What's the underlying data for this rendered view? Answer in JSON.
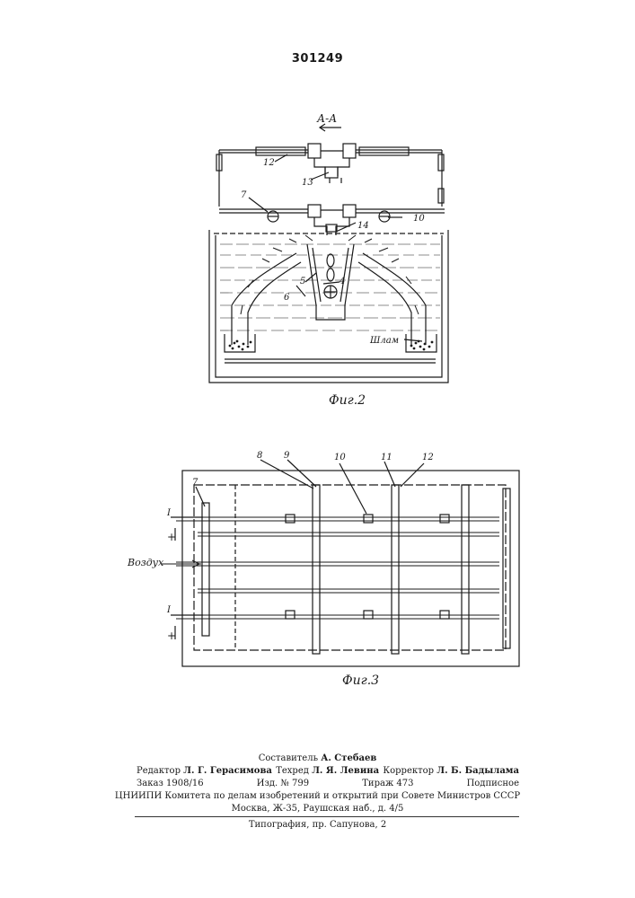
{
  "header": {
    "patent_number": "301249"
  },
  "figure2": {
    "section_label": "А-А",
    "callouts": [
      "12",
      "13",
      "7",
      "10",
      "14",
      "5",
      "4",
      "6",
      "Шлам"
    ],
    "caption": "Фиг.2"
  },
  "figure3": {
    "callouts": [
      "7",
      "8",
      "9",
      "10",
      "11",
      "12"
    ],
    "air_label": "Воздух",
    "pole_labels": [
      "I",
      "+",
      "I",
      "+"
    ],
    "caption": "Фиг.3"
  },
  "colophon": {
    "composer_label": "Составитель",
    "composer_name": "А. Стебаев",
    "editor_label": "Редактор",
    "editor_name": "Л. Г. Герасимова",
    "techred_label": "Техред",
    "techred_name": "Л. Я. Левина",
    "corrector_label": "Корректор",
    "corrector_name": "Л. Б. Бадылама",
    "order": "Заказ 1908/16",
    "edition": "Изд. № 799",
    "circulation": "Тираж 473",
    "subscription": "Подписное",
    "organization": "ЦНИИПИ Комитета по делам изобретений и открытий при Совете Министров СССР",
    "address": "Москва, Ж-35, Раушская наб., д. 4/5",
    "printer": "Типография, пр. Сапунова, 2"
  }
}
